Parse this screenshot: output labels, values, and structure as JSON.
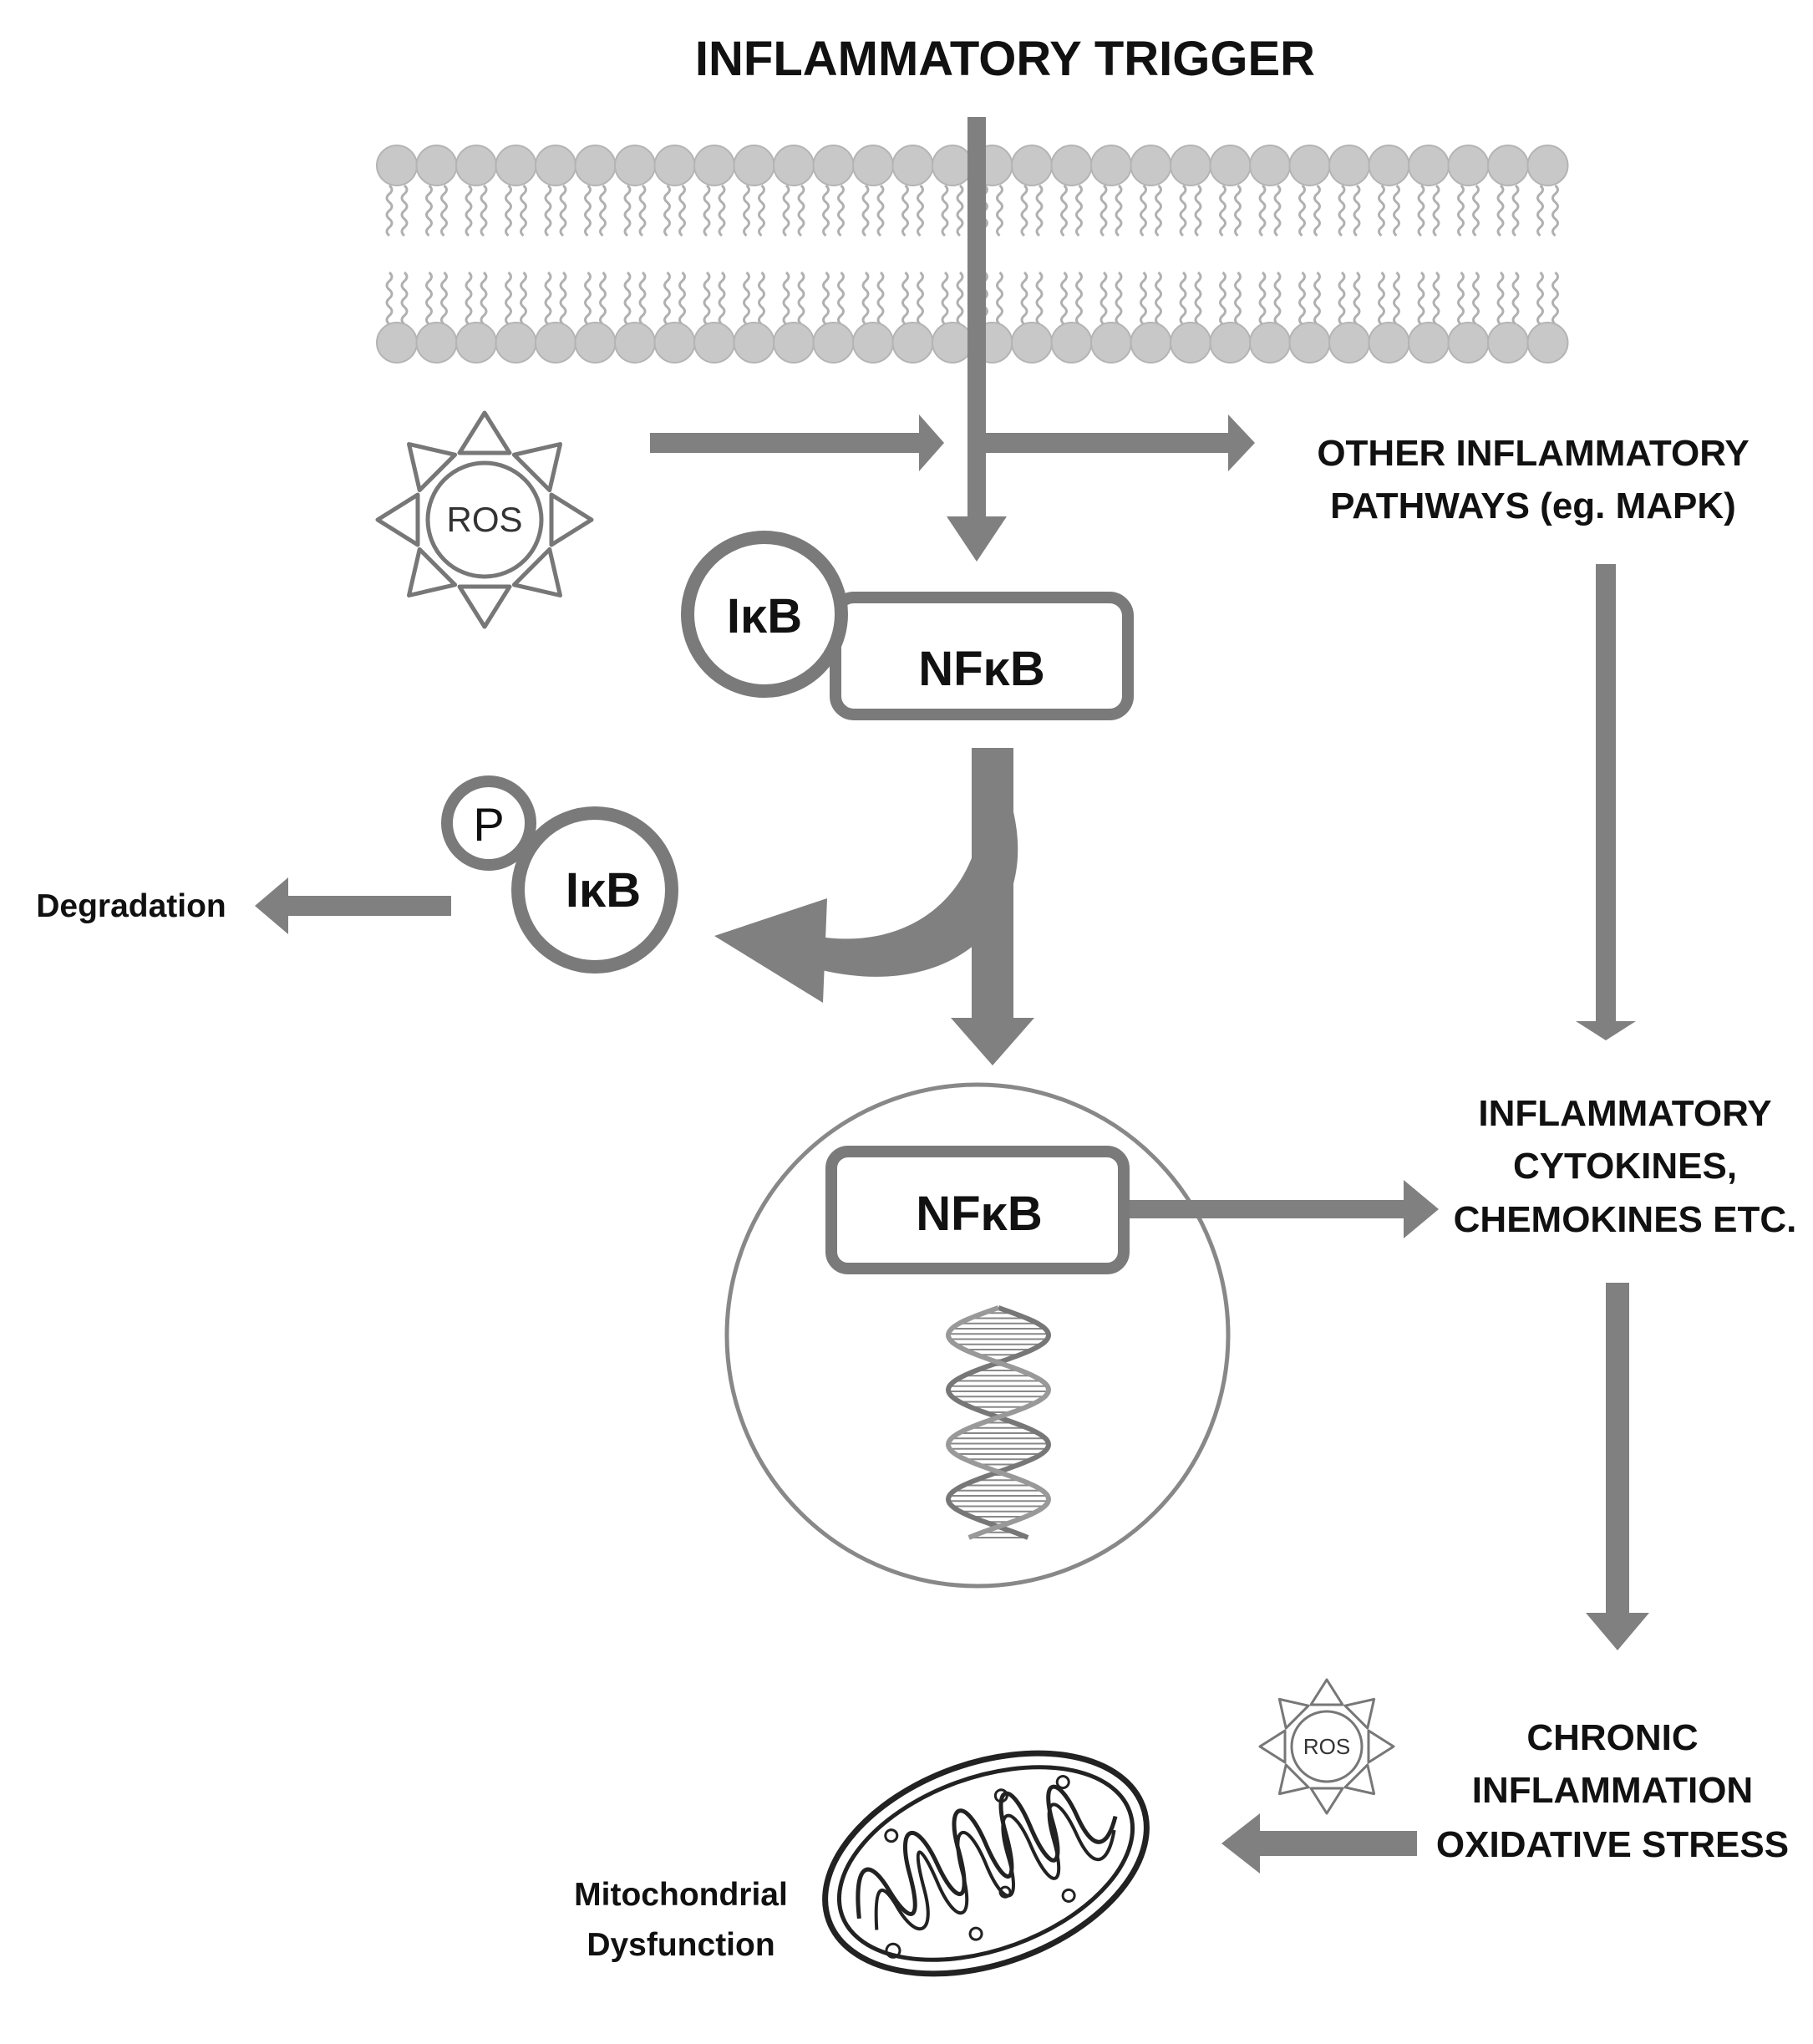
{
  "title": "INFLAMMATORY TRIGGER",
  "ros_label": "ROS",
  "other_pathways": [
    "OTHER INFLAMMATORY",
    "PATHWAYS (eg. MAPK)"
  ],
  "complex": {
    "ikb": "IκB",
    "nfkb": "NFκB"
  },
  "phospho": {
    "p": "P",
    "ikb": "IκB"
  },
  "degradation": "Degradation",
  "nucleus_nfkb": "NFκB",
  "cytokines": [
    "INFLAMMATORY",
    "CYTOKINES,",
    "CHEMOKINES ETC."
  ],
  "chronic": [
    "CHRONIC",
    "INFLAMMATION",
    "OXIDATIVE STRESS"
  ],
  "mito": [
    "Mitochondrial",
    "Dysfunction"
  ],
  "colors": {
    "arrow": "#808080",
    "bead": "#c8c8c8",
    "bead_edge": "#b4b4b4",
    "outline": "#7a7a7a"
  }
}
